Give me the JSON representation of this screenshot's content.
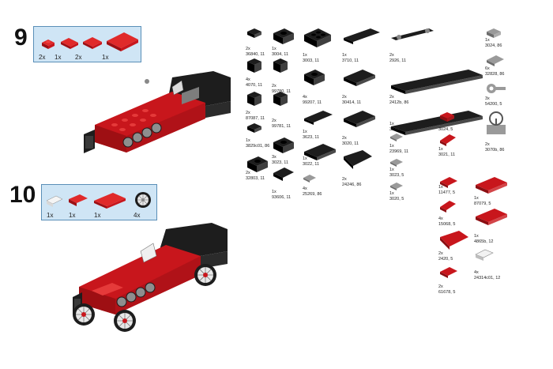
{
  "steps": [
    {
      "number": "9",
      "callout": [
        "2x",
        "1x",
        "2x",
        "1x"
      ]
    },
    {
      "number": "10",
      "callout": [
        "1x",
        "1x",
        "1x",
        "4x"
      ]
    }
  ],
  "colors": {
    "red": "#c8161c",
    "black": "#1d1d1d",
    "gray": "#9a9a9a",
    "white": "#f2f2f2",
    "callout_bg": "#cfe5f5"
  },
  "inventory": [
    {
      "qty": "2x",
      "part": "36840, 11"
    },
    {
      "qty": "1x",
      "part": "3004, 11"
    },
    {
      "qty": "1x",
      "part": "3003, 11"
    },
    {
      "qty": "1x",
      "part": "3710, 11"
    },
    {
      "qty": "2x",
      "part": "2926, 11"
    },
    {
      "qty": "1x",
      "part": "3024, 86"
    },
    {
      "qty": "4x",
      "part": "4070, 11"
    },
    {
      "qty": "2x",
      "part": "99780, 11"
    },
    {
      "qty": "4x",
      "part": "99207, 11"
    },
    {
      "qty": "2x",
      "part": "30414, 11"
    },
    {
      "qty": "2x",
      "part": "2412b, 86"
    },
    {
      "qty": "6x",
      "part": "32828, 86"
    },
    {
      "qty": "2x",
      "part": "87087, 11"
    },
    {
      "qty": "2x",
      "part": "99781, 11"
    },
    {
      "qty": "1x",
      "part": "3623, 11"
    },
    {
      "qty": "2x",
      "part": "3020, 11"
    },
    {
      "qty": "1x",
      "part": "3832, 11"
    },
    {
      "qty": "2x",
      "part": "3024, 5"
    },
    {
      "qty": "3x",
      "part": "54200, 5"
    },
    {
      "qty": "1x",
      "part": "3829c01, 86"
    },
    {
      "qty": "3x",
      "part": "3023, 11"
    },
    {
      "qty": "1x",
      "part": "3022, 11"
    },
    {
      "qty": "2x",
      "part": "24246, 86"
    },
    {
      "qty": "1x",
      "part": "23969, 11"
    },
    {
      "qty": "1x",
      "part": "3021, 11"
    },
    {
      "qty": "2x",
      "part": "3070b, 86"
    },
    {
      "qty": "2x",
      "part": "32803, 11"
    },
    {
      "qty": "1x",
      "part": "93606, 11"
    },
    {
      "qty": "4x",
      "part": "25269, 86"
    },
    {
      "qty": "1x",
      "part": "3023, 5"
    },
    {
      "qty": "1x",
      "part": "3020, 5"
    },
    {
      "qty": "1x",
      "part": "11477, 5"
    },
    {
      "qty": "1x",
      "part": "87079, 5"
    },
    {
      "qty": "4x",
      "part": "15068, 5"
    },
    {
      "qty": "1x",
      "part": "4865b, 12"
    },
    {
      "qty": "2x",
      "part": "2420, 5"
    },
    {
      "qty": "4x",
      "part": "24314c01, 12"
    },
    {
      "qty": "2x",
      "part": "61678, 5"
    }
  ]
}
